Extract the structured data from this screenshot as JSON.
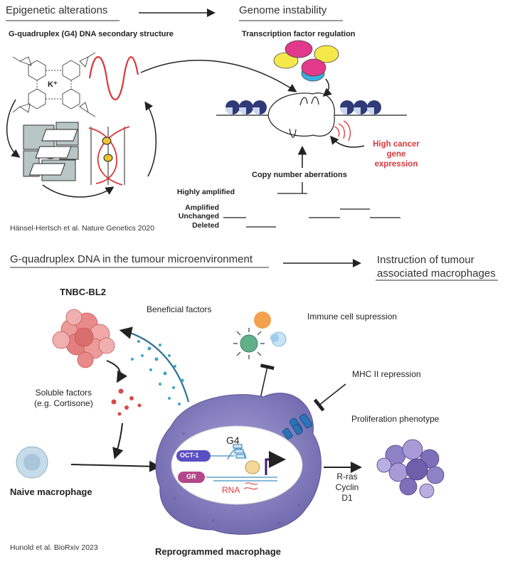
{
  "top": {
    "header_left": "Epigenetic alterations",
    "header_right": "Genome instability",
    "g4_title": "G-quadruplex (G4) DNA secondary structure",
    "k_label": "K⁺",
    "tf_title": "Transcription factor regulation",
    "expression": "High cancer gene expression",
    "cna_title": "Copy number aberrations",
    "cn_levels": [
      "Highly amplified",
      "Amplified",
      "Unchanged",
      "Deleted"
    ],
    "citation": "Hänsel-Hertsch et al. Nature Genetics 2020"
  },
  "bottom": {
    "header_left": "G-quadruplex DNA in the tumour microenvironment",
    "header_right_1": "Instruction of tumour",
    "header_right_2": "associated macrophages",
    "tnbc": "TNBC-BL2",
    "beneficial": "Beneficial factors",
    "immune": "Immune cell supression",
    "soluble_1": "Soluble factors",
    "soluble_2": "(e.g. Cortisone)",
    "mhc": "MHC II repression",
    "prolif": "Proliferation phenotype",
    "g4": "G4",
    "oct1": "OCT-1",
    "gr": "GR",
    "rna": "RNA",
    "rras": "R-ras",
    "cyclin": "Cyclin D1",
    "naive": "Naive macrophage",
    "reprog": "Reprogrammed macrophage",
    "citation": "Hunold et al. BioRxiv 2023"
  },
  "colors": {
    "red_strand": "#d8393c",
    "macrophage": "#8c86c4",
    "tumour": "#e98a8a",
    "prolif": "#7d6fb8",
    "nucleosome": "#2f3a78"
  }
}
